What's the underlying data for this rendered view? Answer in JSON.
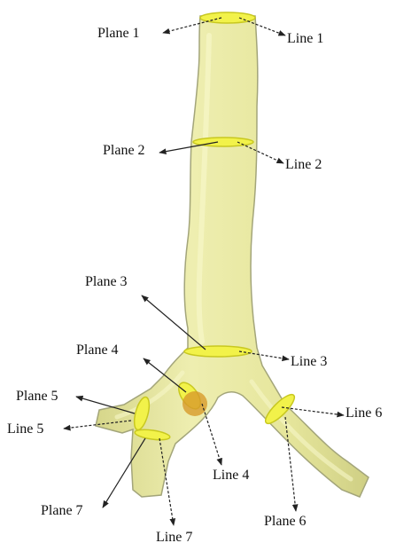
{
  "colors": {
    "airway_fill": "#e9e9a4",
    "airway_edge": "#a3a57a",
    "plane_fill": "#f2f24a",
    "plane_edge": "#c8c820",
    "marker_fill": "#d79a2b",
    "arrow": "#222222"
  },
  "labels": {
    "plane_1": "Plane 1",
    "line_1": "Line 1",
    "plane_2": "Plane 2",
    "line_2": "Line 2",
    "plane_3": "Plane 3",
    "line_3": "Line 3",
    "plane_4": "Plane 4",
    "line_4": "Line 4",
    "plane_5": "Plane 5",
    "line_5": "Line 5",
    "plane_6": "Plane 6",
    "line_6": "Line 6",
    "plane_7": "Plane 7",
    "line_7": "Line 7"
  }
}
